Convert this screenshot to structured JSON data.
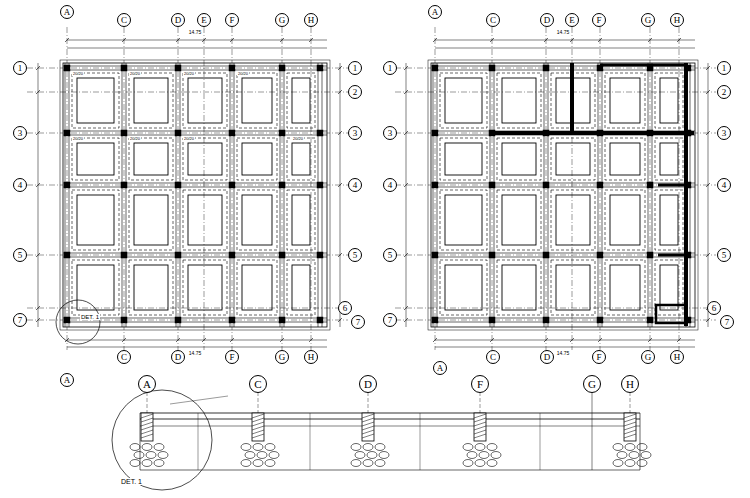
{
  "diagram": {
    "nodes": [
      {
        "text": [
          "A"
        ]
      },
      {
        "text": [
          "C"
        ]
      },
      {
        "text": [
          "D"
        ]
      },
      {
        "text": [
          "E"
        ]
      },
      {
        "text": [
          "F"
        ]
      },
      {
        "text": [
          "G"
        ]
      },
      {
        "text": [
          "H"
        ]
      },
      {
        "text": [
          "A"
        ]
      },
      {
        "text": [
          "C"
        ]
      },
      {
        "text": [
          "D"
        ]
      },
      {
        "text": [
          "E"
        ]
      },
      {
        "text": [
          "F"
        ]
      },
      {
        "text": [
          "G"
        ]
      },
      {
        "text": [
          "H"
        ]
      },
      {
        "text": [
          "1"
        ]
      },
      {
        "text": [
          "3"
        ]
      },
      {
        "text": [
          "4"
        ]
      },
      {
        "text": [
          "5"
        ]
      },
      {
        "text": [
          "7"
        ]
      },
      {
        "text": [
          "1"
        ]
      },
      {
        "text": [
          "2"
        ]
      },
      {
        "text": [
          "3"
        ]
      },
      {
        "text": [
          "4"
        ]
      },
      {
        "text": [
          "5"
        ]
      },
      {
        "text": [
          "6"
        ]
      },
      {
        "text": [
          "7"
        ]
      },
      {
        "text": [
          "1"
        ]
      },
      {
        "text": [
          "3"
        ]
      },
      {
        "text": [
          "4"
        ]
      },
      {
        "text": [
          "5"
        ]
      },
      {
        "text": [
          "7"
        ]
      },
      {
        "text": [
          "1"
        ]
      },
      {
        "text": [
          "2"
        ]
      },
      {
        "text": [
          "3"
        ]
      },
      {
        "text": [
          "4"
        ]
      },
      {
        "text": [
          "5"
        ]
      },
      {
        "text": [
          "6"
        ]
      },
      {
        "text": [
          "7"
        ]
      },
      {
        "text": [
          "C"
        ]
      },
      {
        "text": [
          "D"
        ]
      },
      {
        "text": [
          "F"
        ]
      },
      {
        "text": [
          "G"
        ]
      },
      {
        "text": [
          "H"
        ]
      },
      {
        "text": [
          "A"
        ]
      },
      {
        "text": [
          "C"
        ]
      },
      {
        "text": [
          "D"
        ]
      },
      {
        "text": [
          "F"
        ]
      },
      {
        "text": [
          "G"
        ]
      },
      {
        "text": [
          "H"
        ]
      },
      {
        "text": [
          "A"
        ]
      },
      {
        "text": [
          "A"
        ]
      },
      {
        "text": [
          "C"
        ]
      },
      {
        "text": [
          "D"
        ]
      },
      {
        "text": [
          "F"
        ]
      },
      {
        "text": [
          "G"
        ]
      },
      {
        "text": [
          "H"
        ]
      }
    ],
    "labels": [
      "DET. 1",
      "DET. 1",
      "14.75",
      "14.75",
      "14.75",
      "14.75",
      "20/20",
      "20/20",
      "20/20",
      "20/20",
      "20/20",
      "20/20",
      "20/20",
      "20/20"
    ]
  }
}
